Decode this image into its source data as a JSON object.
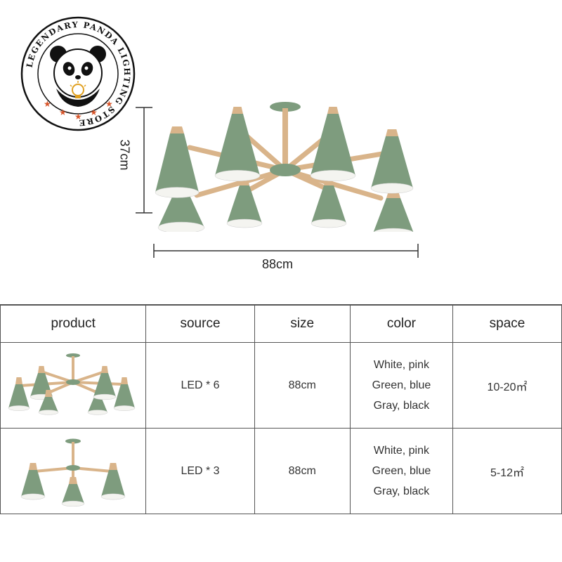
{
  "brand": {
    "ring_text": "LEGENDARY PANDA LIGHTING STORE",
    "logo_icon": "panda-lightbulb-icon"
  },
  "dimensions": {
    "height": "37cm",
    "width": "88cm"
  },
  "colors": {
    "shade": "#7e9c7e",
    "wood": "#d9b48a",
    "logo_star": "#d8552a"
  },
  "table": {
    "headers": [
      "product",
      "source",
      "size",
      "color",
      "space"
    ],
    "rows": [
      {
        "source": "LED * 6",
        "size": "88cm",
        "colors": [
          "White, pink",
          "Green, blue",
          "Gray, black"
        ],
        "space": "10-20㎡"
      },
      {
        "source": "LED * 3",
        "size": "88cm",
        "colors": [
          "White, pink",
          "Green, blue",
          "Gray, black"
        ],
        "space": "5-12㎡"
      }
    ]
  }
}
